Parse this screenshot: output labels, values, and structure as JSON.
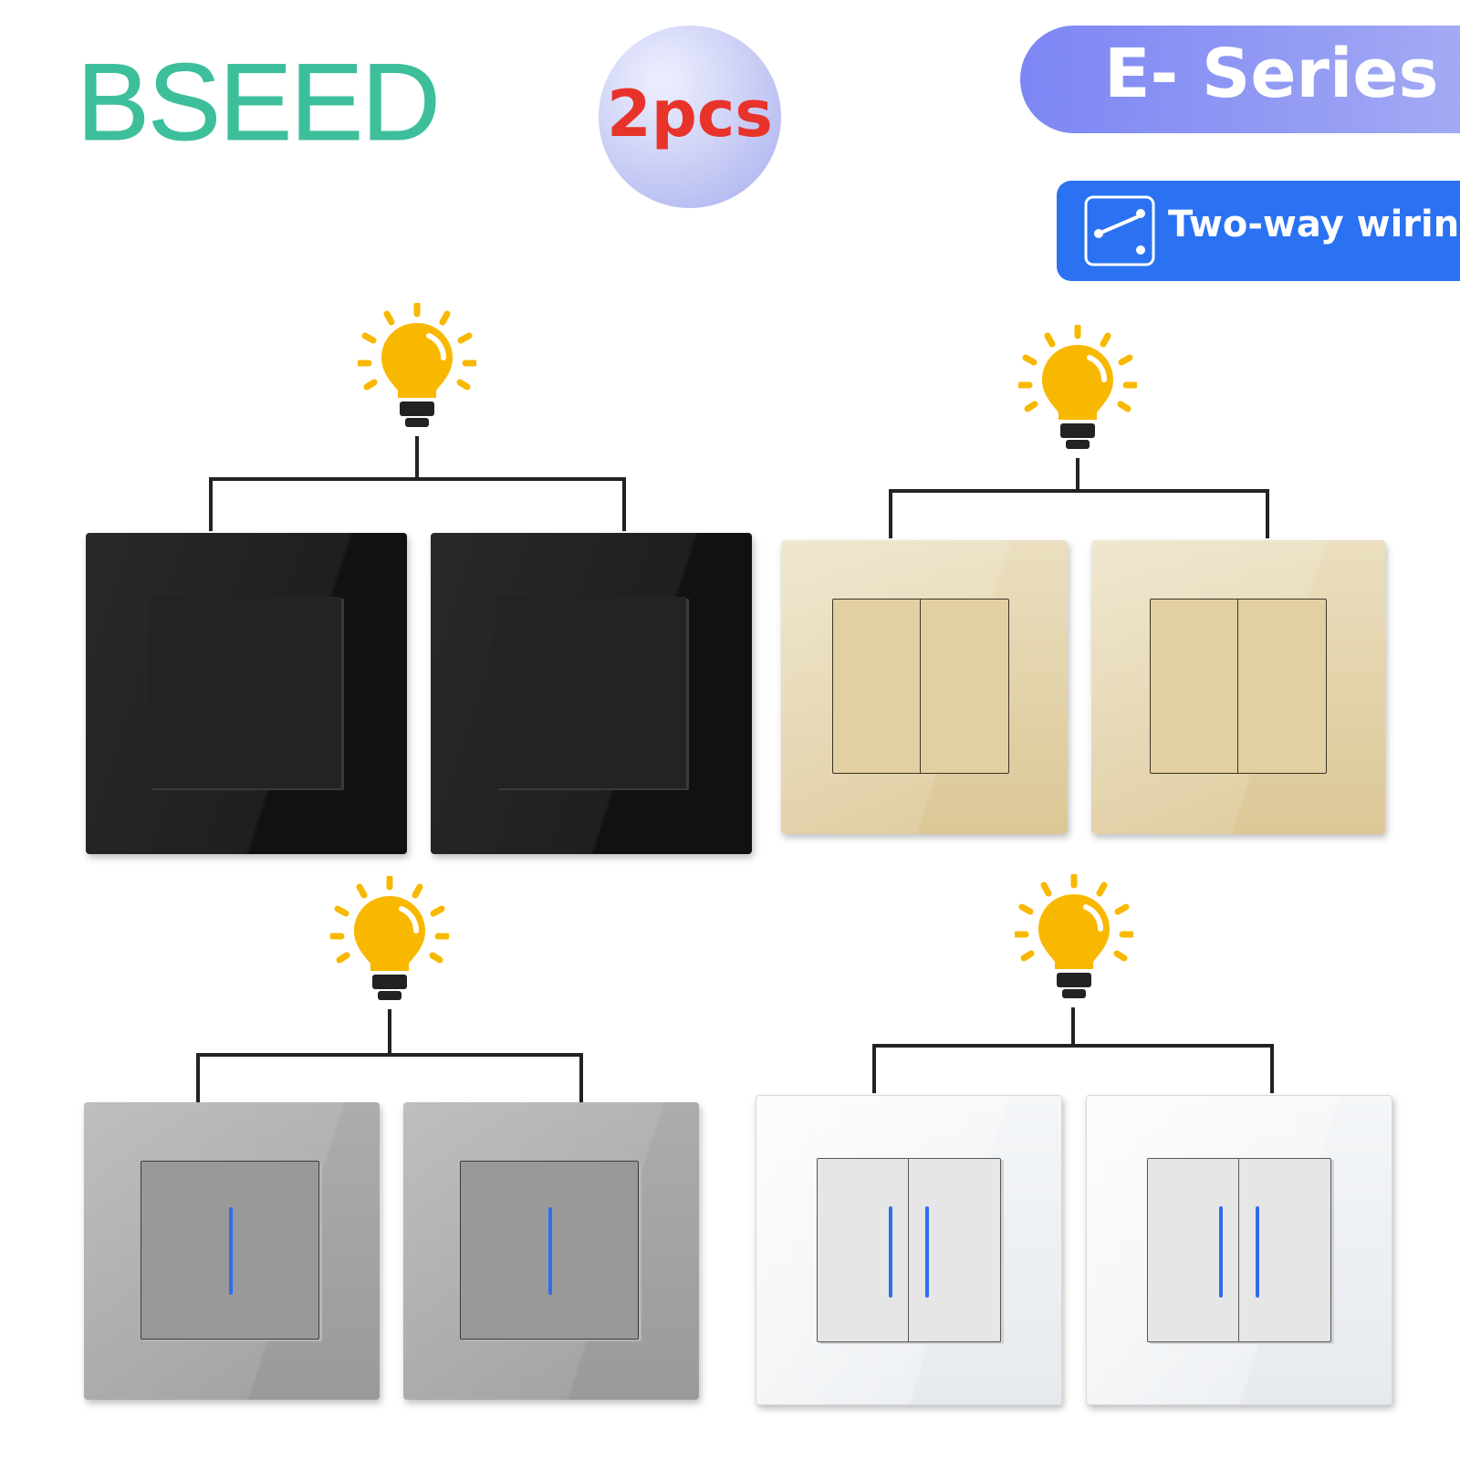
{
  "brand": {
    "logo_text": "BSEED",
    "color": "#3dbf9c"
  },
  "quantity_badge": {
    "text": "2pcs",
    "color": "#e8332a"
  },
  "series_badge": {
    "text": "E- Series"
  },
  "wiring_badge": {
    "text": "Two-way wiring",
    "icon": "two-way-switch-icon",
    "background": "#2b72f2"
  },
  "colors": {
    "bulb": "#f9b800",
    "wire": "#222222",
    "led": "#2f6df0"
  },
  "product_groups": [
    {
      "finish": "black",
      "icon": "light-bulb-icon",
      "gangs": 1,
      "led": false
    },
    {
      "finish": "gold",
      "icon": "light-bulb-icon",
      "gangs": 2,
      "led": false
    },
    {
      "finish": "grey",
      "icon": "light-bulb-icon",
      "gangs": 1,
      "led": true
    },
    {
      "finish": "white",
      "icon": "light-bulb-icon",
      "gangs": 2,
      "led": true
    }
  ]
}
